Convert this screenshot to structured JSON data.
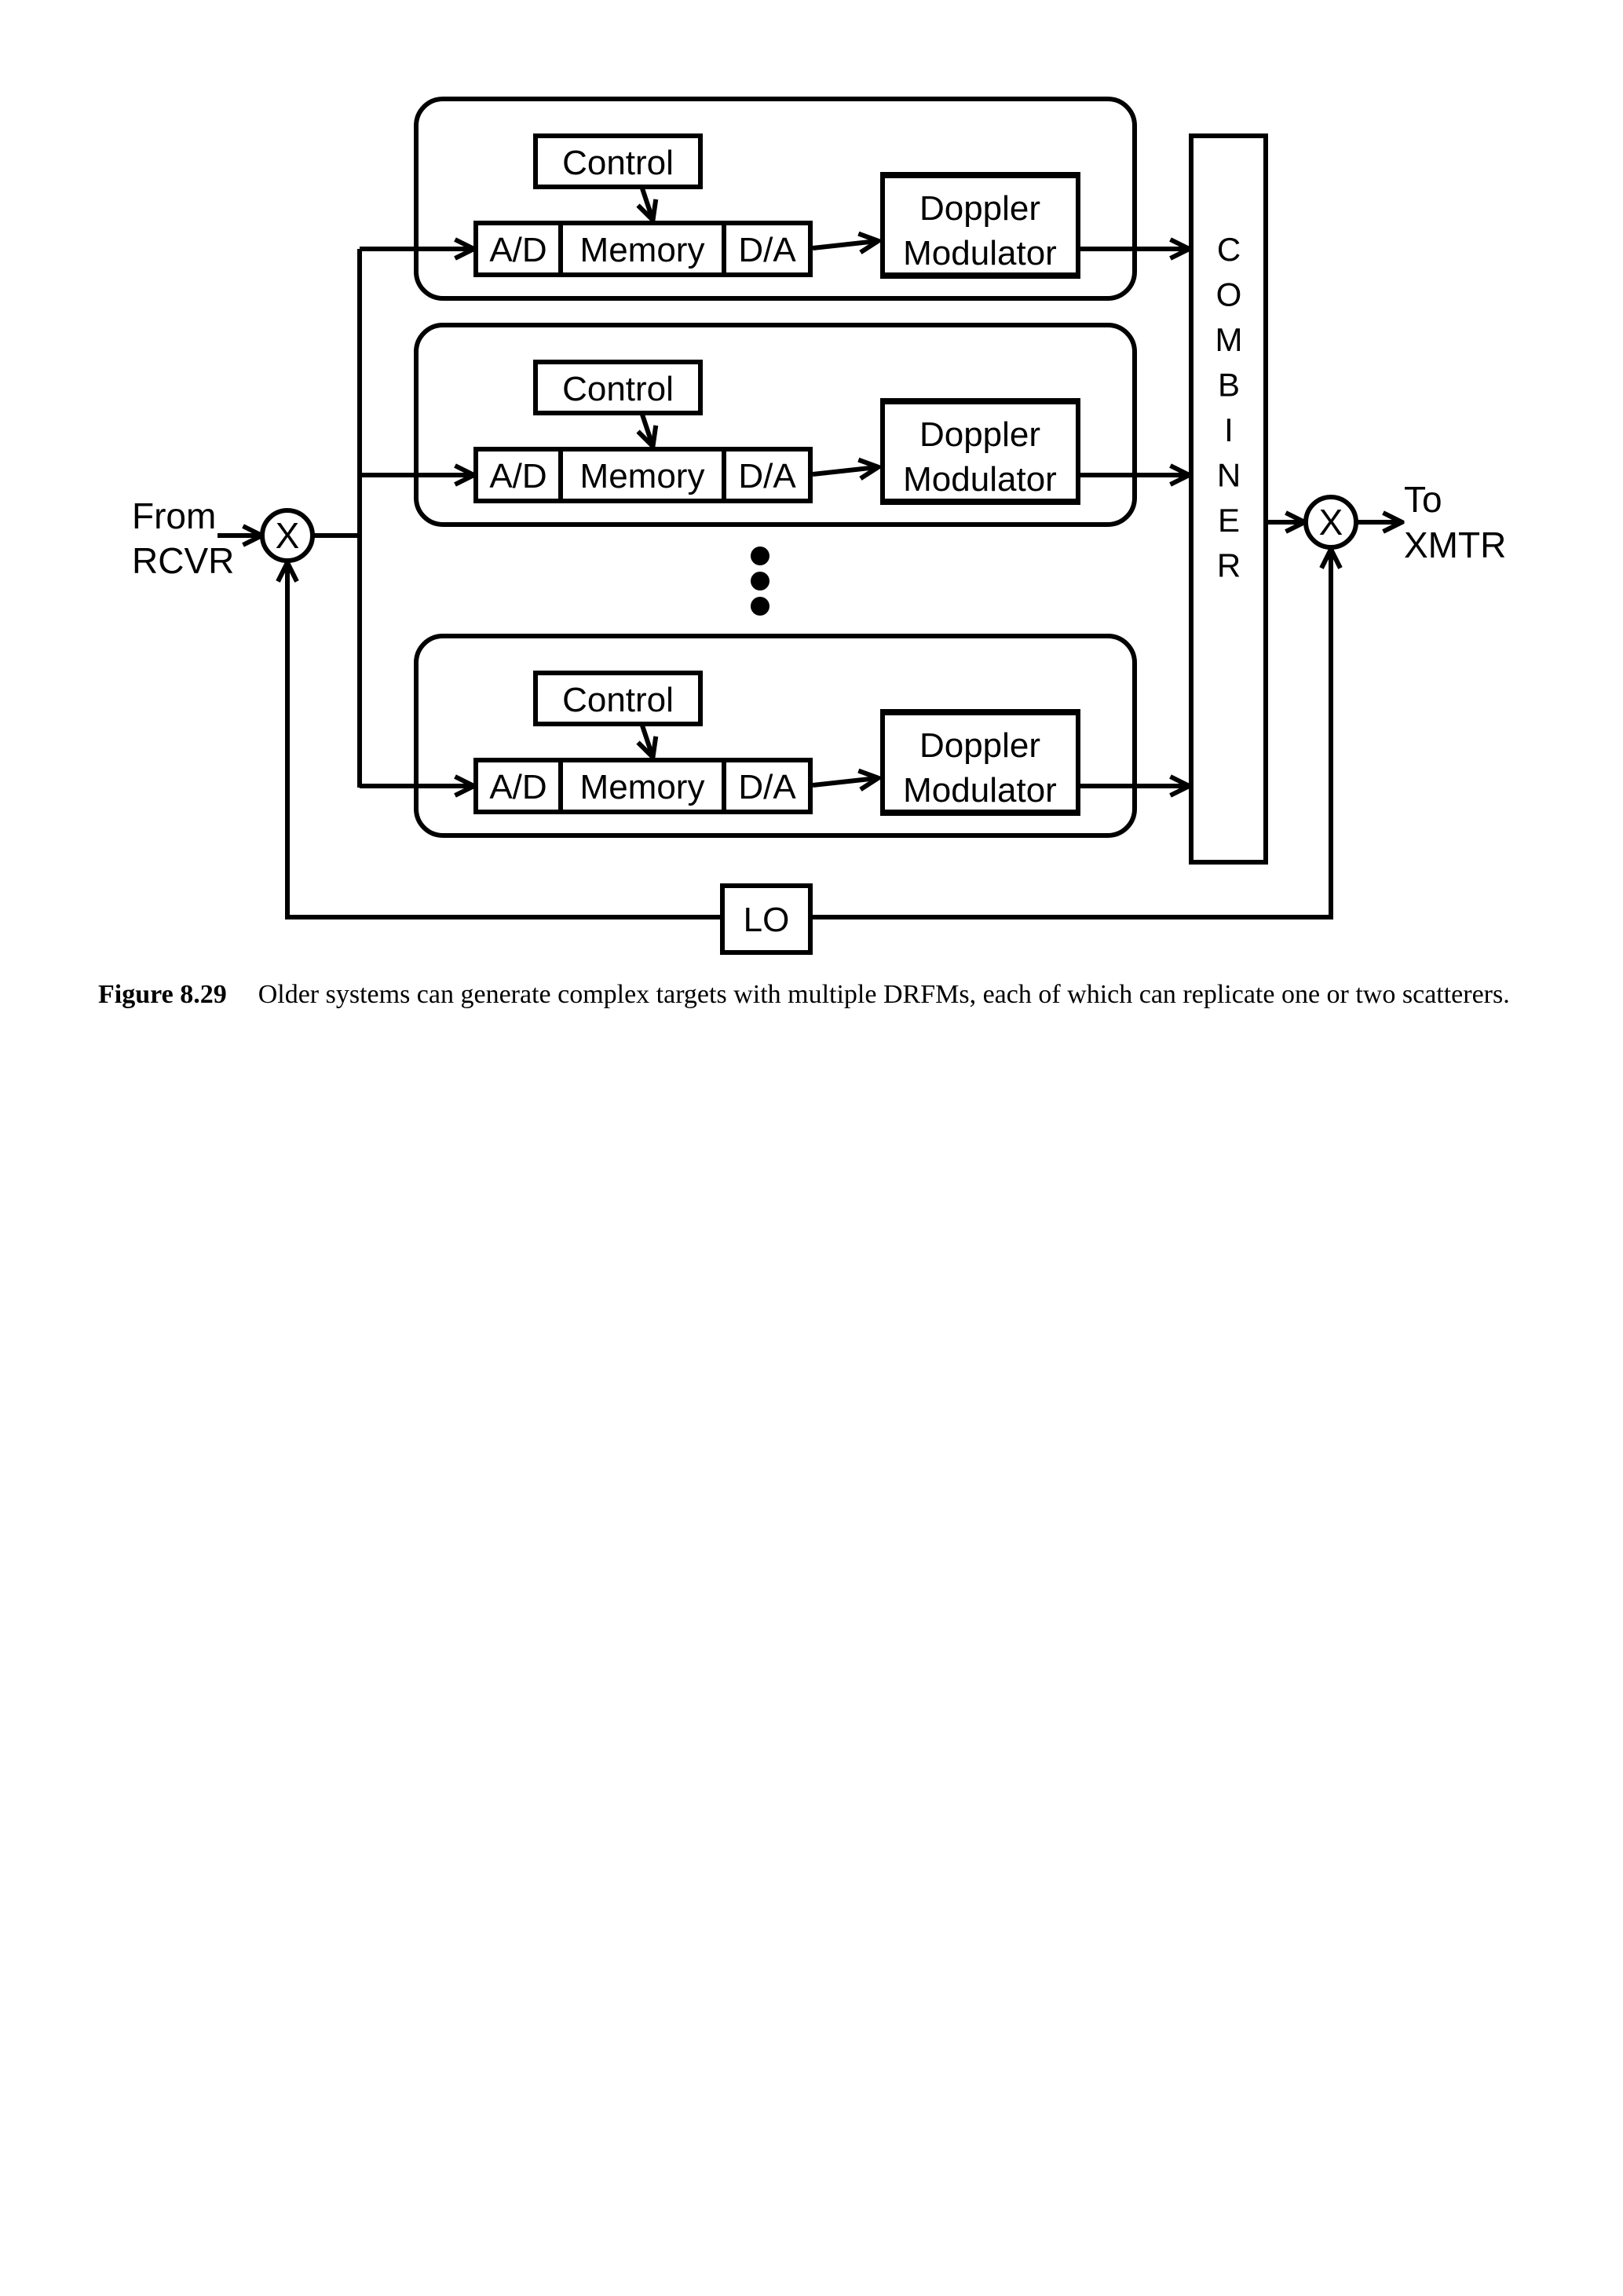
{
  "diagram": {
    "input_label_line1": "From",
    "input_label_line2": "RCVR",
    "output_label_line1": "To",
    "output_label_line2": "XMTR",
    "mixer_symbol": "X",
    "lo_label": "LO",
    "combiner_letters": [
      "C",
      "O",
      "M",
      "B",
      "I",
      "N",
      "E",
      "R"
    ],
    "channels": [
      {
        "control": "Control",
        "adc": "A/D",
        "memory": "Memory",
        "dac": "D/A",
        "doppler_line1": "Doppler",
        "doppler_line2": "Modulator"
      },
      {
        "control": "Control",
        "adc": "A/D",
        "memory": "Memory",
        "dac": "D/A",
        "doppler_line1": "Doppler",
        "doppler_line2": "Modulator"
      },
      {
        "control": "Control",
        "adc": "A/D",
        "memory": "Memory",
        "dac": "D/A",
        "doppler_line1": "Doppler",
        "doppler_line2": "Modulator"
      }
    ],
    "ellipsis_dots": 3
  },
  "caption": {
    "label": "Figure 8.29",
    "text": "Older systems can generate complex targets with multiple DRFMs, each of which can replicate one or two scatterers."
  }
}
